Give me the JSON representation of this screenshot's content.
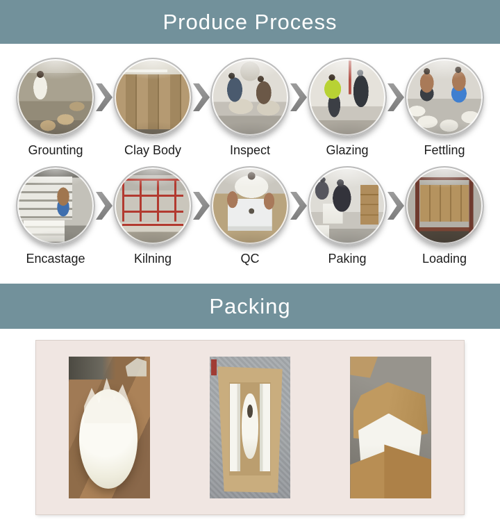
{
  "process": {
    "title": "Produce Process",
    "steps": [
      {
        "label": "Grounting"
      },
      {
        "label": "Clay Body"
      },
      {
        "label": "Inspect"
      },
      {
        "label": "Glazing"
      },
      {
        "label": "Fettling"
      },
      {
        "label": "Encastage"
      },
      {
        "label": "Kilning"
      },
      {
        "label": "QC"
      },
      {
        "label": "Paking"
      },
      {
        "label": "Loading"
      }
    ]
  },
  "packing": {
    "title": "Packing",
    "photos": [
      {
        "name": "basin-wrapped-in-plastic-on-wooden-table"
      },
      {
        "name": "basin-packed-in-carton-with-foam-top-view"
      },
      {
        "name": "open-carton-with-foam-lining-on-concrete-floor"
      }
    ]
  },
  "colors": {
    "header_band": "#72919b",
    "header_text": "#ffffff",
    "step_label_text": "#1c1c1c",
    "arrow": "#8e8e8e",
    "packing_frame": "#f0e6e2"
  }
}
